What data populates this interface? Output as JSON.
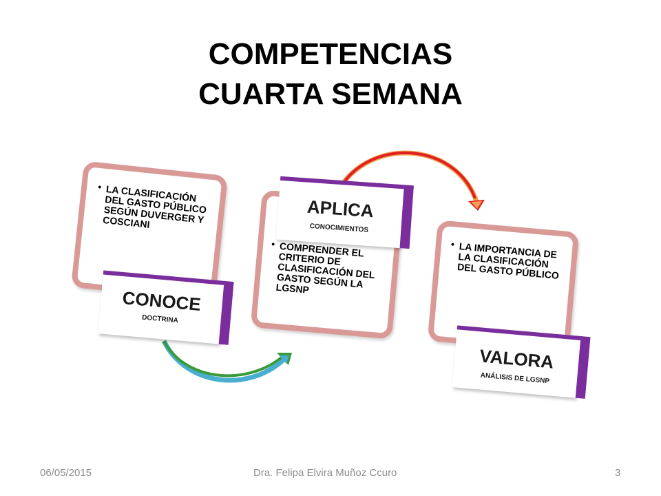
{
  "title": {
    "line1": "COMPETENCIAS",
    "line2": "CUARTA SEMANA"
  },
  "cards": [
    {
      "verb": "CONOCE",
      "sub": "DOCTRINA",
      "text": "LA CLASIFICACIÓN DEL GASTO PÚBLICO SEGÚN DUVERGER Y COSCIANI"
    },
    {
      "verb": "APLICA",
      "sub": "CONOCIMIENTOS",
      "text": "COMPRENDER EL CRITERIO DE CLASIFICACIÓN DEL GASTO SEGÚN LA LGSNP"
    },
    {
      "verb": "VALORA",
      "sub": "ANÁLISIS DE  LGSNP",
      "text": "LA IMPORTANCIA DE LA CLASIFICACIÓN DEL GASTO PÚBLICO"
    }
  ],
  "bullet": "•",
  "colors": {
    "card_border": "#d99a97",
    "tag_accent": "#7a2d9c",
    "arrow_1_outer": "#4aaed0",
    "arrow_1_inner": "#3a9a3a",
    "arrow_2_outer": "#f0a050",
    "arrow_2_inner": "#e02020"
  },
  "footer": {
    "date": "06/05/2015",
    "author": "Dra. Felipa  Elvira Muñoz Ccuro",
    "page": "3"
  }
}
